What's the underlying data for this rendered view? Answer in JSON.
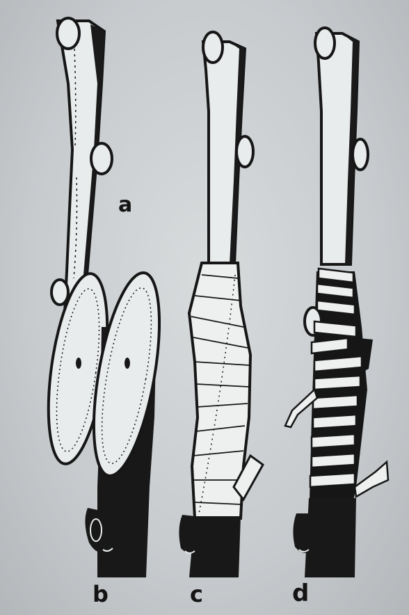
{
  "figure": {
    "labels": {
      "a": "a",
      "b": "b",
      "c": "c",
      "d": "d"
    },
    "colors": {
      "paper": "#cdd1d3",
      "ink": "#161616",
      "bark_light": "#e9ecec"
    }
  }
}
